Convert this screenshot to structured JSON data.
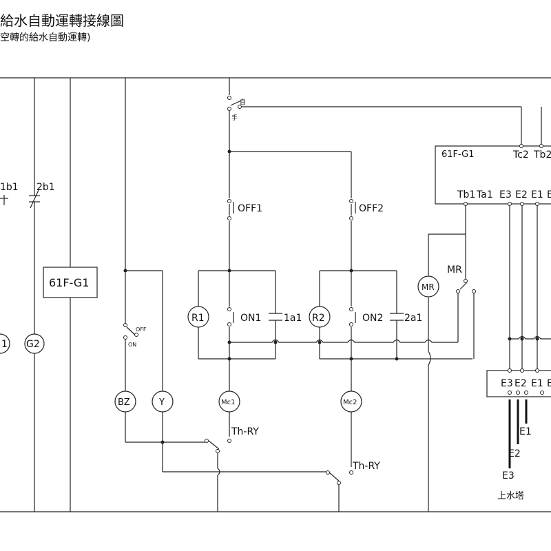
{
  "header": {
    "title": "給水自動運轉接線圖",
    "subtitle": "空轉的給水自動運轉)"
  },
  "labels": {
    "b1_partial": "1b1",
    "b2": "2b1",
    "g1_partial": "1",
    "g2": "G2",
    "relay_box": "61F-G1",
    "off_switch_off": "OFF",
    "off_switch_on": "ON",
    "bz": "BZ",
    "y": "Y",
    "selector_auto": "自",
    "selector_manual": "手",
    "off1": "OFF1",
    "off2": "OFF2",
    "r1": "R1",
    "r2": "R2",
    "on1": "ON1",
    "a1_1": "1a1",
    "on2": "ON2",
    "a1_2": "2a1",
    "mc1": "Mc1",
    "mc2": "Mc2",
    "thry1": "Th-RY",
    "thry2": "Th-RY",
    "mr_lamp": "MR",
    "mr_switch": "MR",
    "controller_title": "61F-G1",
    "tc2": "Tc2",
    "tb2": "Tb2",
    "tb1": "Tb1",
    "ta1": "Ta1",
    "e3_top": "E3",
    "e2_top": "E2",
    "e1_top": "E1",
    "e_partial": "E",
    "e3_box": "E3",
    "e2_box": "E2",
    "e1_box": "E1",
    "e_box_partial": "E",
    "e1_electrode": "E1",
    "e2_electrode": "E2",
    "e3_electrode": "E3",
    "tower": "上水塔"
  }
}
